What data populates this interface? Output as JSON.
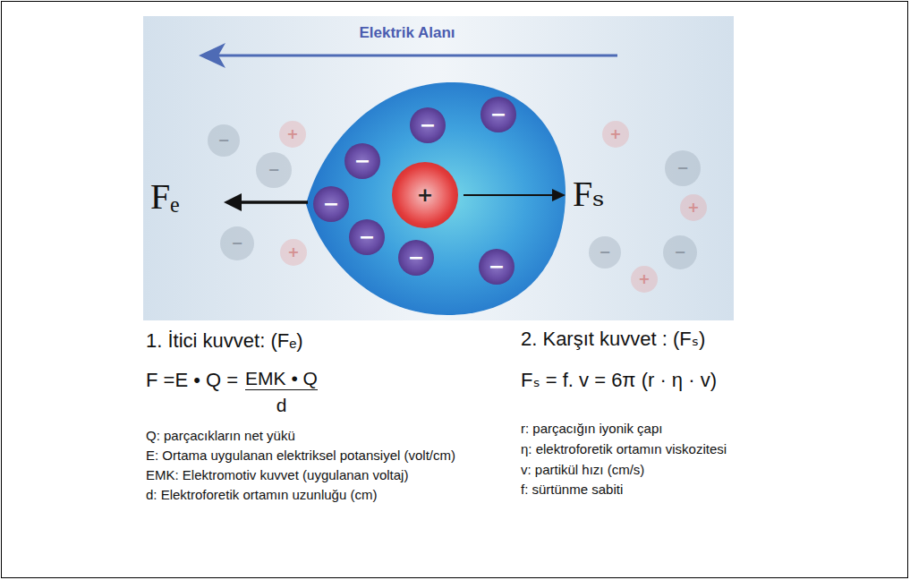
{
  "diagram": {
    "nodes": [
      {
        "text": [
          "−"
        ]
      },
      {
        "text": [
          "+"
        ]
      },
      {
        "text": [
          "−"
        ]
      },
      {
        "text": [
          "−"
        ]
      },
      {
        "text": [
          "+"
        ]
      },
      {
        "text": [
          "+"
        ]
      },
      {
        "text": [
          "−"
        ]
      },
      {
        "text": [
          "+"
        ]
      },
      {
        "text": [
          "−"
        ]
      },
      {
        "text": [
          "+"
        ]
      },
      {
        "text": [
          "−"
        ]
      },
      {
        "text": [
          "−"
        ]
      },
      {
        "text": [
          "−"
        ]
      },
      {
        "text": [
          "−"
        ]
      },
      {
        "text": [
          "+"
        ]
      },
      {
        "text": [
          "−"
        ]
      },
      {
        "text": [
          "−"
        ]
      },
      {
        "text": [
          "−"
        ]
      },
      {
        "text": [
          "−"
        ]
      }
    ],
    "labels": [
      "Elektrik Alanı",
      "Fₑ",
      "Fₛ",
      "1. İtici kuvvet: (Fₑ)",
      "F =E • Q =",
      "EMK • Q",
      "d",
      "Q: parçacıkların net yükü",
      "E: Ortama uygulanan elektriksel potansiyel (volt/cm)",
      "EMK: Elektromotiv kuvvet (uygulanan voltaj)",
      "d: Elektroforetik ortamın uzunluğu (cm)",
      "2. Karşıt kuvvet : (Fₛ)",
      "Fₛ = f. v = 6π (r · η · v)",
      "r: parçacığın iyonik çapı",
      "η: elektroforetik ortamın viskozitesi",
      "v: partikül hızı (cm/s)",
      "f: sürtünme sabiti"
    ]
  }
}
